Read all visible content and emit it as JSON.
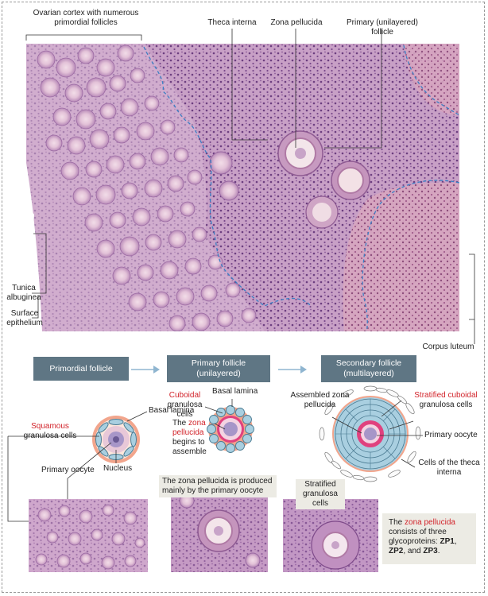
{
  "top_labels": {
    "ovarian_cortex": "Ovarian cortex with numerous primordial follicles",
    "theca_interna": "Theca interna",
    "zona_pellucida": "Zona pellucida",
    "primary_follicle": "Primary (unilayered) follicle",
    "tunica_albuginea": "Tunica albuginea",
    "surface_epithelium": "Surface epithelium",
    "corpus_luteum": "Corpus luteum"
  },
  "stages": [
    {
      "title": "Primordial follicle",
      "subtitle": ""
    },
    {
      "title": "Primary follicle",
      "subtitle": "(unilayered)"
    },
    {
      "title": "Secondary follicle",
      "subtitle": "(multilayered)"
    }
  ],
  "primordial": {
    "basal_lamina": "Basal lamina",
    "squamous": "Squamous",
    "granulosa_cells": "granulosa cells",
    "primary_oocyte": "Primary oocyte",
    "nucleus": "Nucleus"
  },
  "primary": {
    "cuboidal": "Cuboidal",
    "granulosa_cells": "granulosa cells",
    "basal_lamina": "Basal lamina",
    "the": "The",
    "zona": "zona",
    "pellucida": "pellucida",
    "begins": "begins to assemble",
    "note": "The zona pellucida is produced mainly by the primary oocyte"
  },
  "secondary": {
    "assembled_zona": "Assembled zona pellucida",
    "stratified_cuboidal": "Stratified cuboidal",
    "granulosa_cells": "granulosa cells",
    "primary_oocyte": "Primary oocyte",
    "theca_cells": "Cells of the theca interna",
    "stratified_granulosa": "Stratified granulosa cells",
    "note_the": "The",
    "note_zona": "zona pellucida",
    "note_rest": "consists of three glycoproteins:",
    "zp1": "ZP1",
    "zp2": "ZP2",
    "and": "and",
    "zp3": "ZP3"
  },
  "colors": {
    "stage_box": "#5f7684",
    "arrow": "#8fb5d0",
    "accent_red": "#d2232a",
    "zona_pink": "#e0417e",
    "basal_lamina": "#f2a58c",
    "granulosa_blue": "#a9cfe0",
    "oocyte_purple": "#a796c8",
    "tissue_purple": "#b482b4",
    "dashed_blue": "#3b7fc4"
  }
}
